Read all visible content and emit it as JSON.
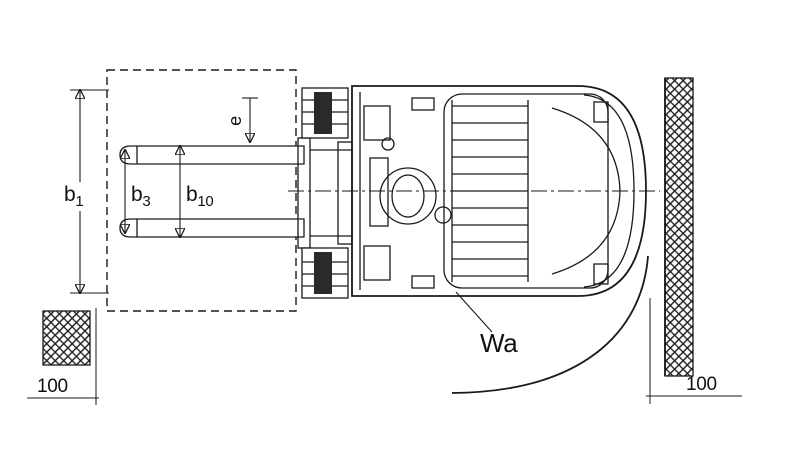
{
  "diagram": {
    "type": "forklift-top-view-aisle-diagram",
    "labels": {
      "b1": {
        "base": "b",
        "sub": "1"
      },
      "b3": {
        "base": "b",
        "sub": "3"
      },
      "b10": {
        "base": "b",
        "sub": "10"
      },
      "e": "e",
      "wa": "Wa",
      "clearance_left": "100",
      "clearance_right": "100"
    },
    "colors": {
      "line": "#1a1a1a",
      "background": "#ffffff",
      "hatch": "#555555"
    }
  }
}
